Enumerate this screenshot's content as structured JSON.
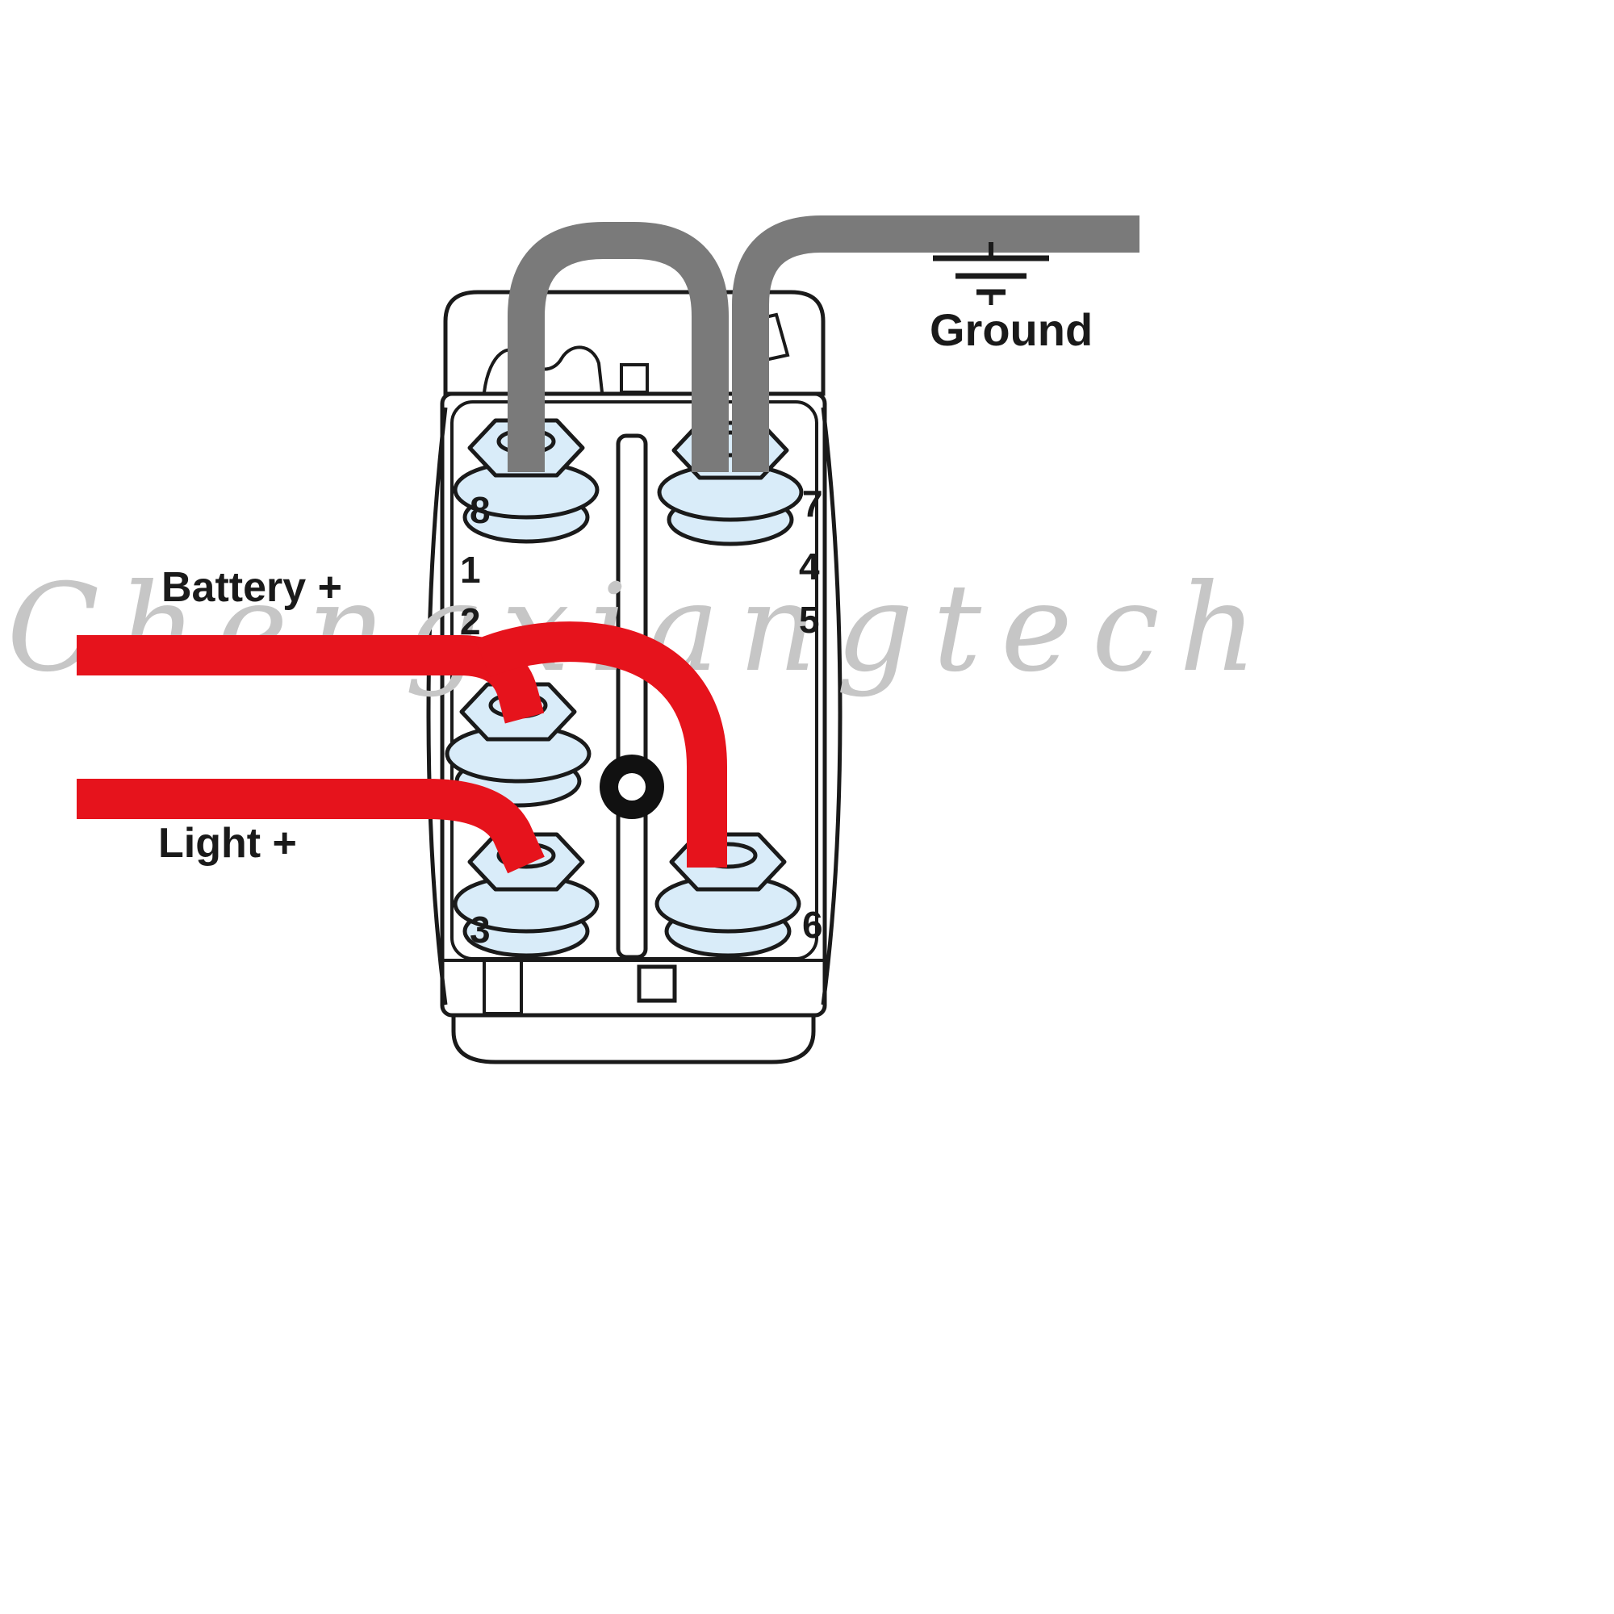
{
  "watermark": "Chengxiangtech",
  "labels": {
    "battery": "Battery +",
    "light": "Light +",
    "ground": "Ground"
  },
  "terminal_labels": {
    "n8": "8",
    "n7": "7",
    "n1": "1",
    "n4": "4",
    "n2": "2",
    "n5": "5",
    "n3": "3",
    "n6": "6"
  },
  "colors": {
    "hot_wire": "#e6131c",
    "ground_wire": "#7a7a7a",
    "terminal_fill": "#d9ecf9",
    "outline": "#1a1a1a",
    "watermark": "#c6c6c6"
  }
}
